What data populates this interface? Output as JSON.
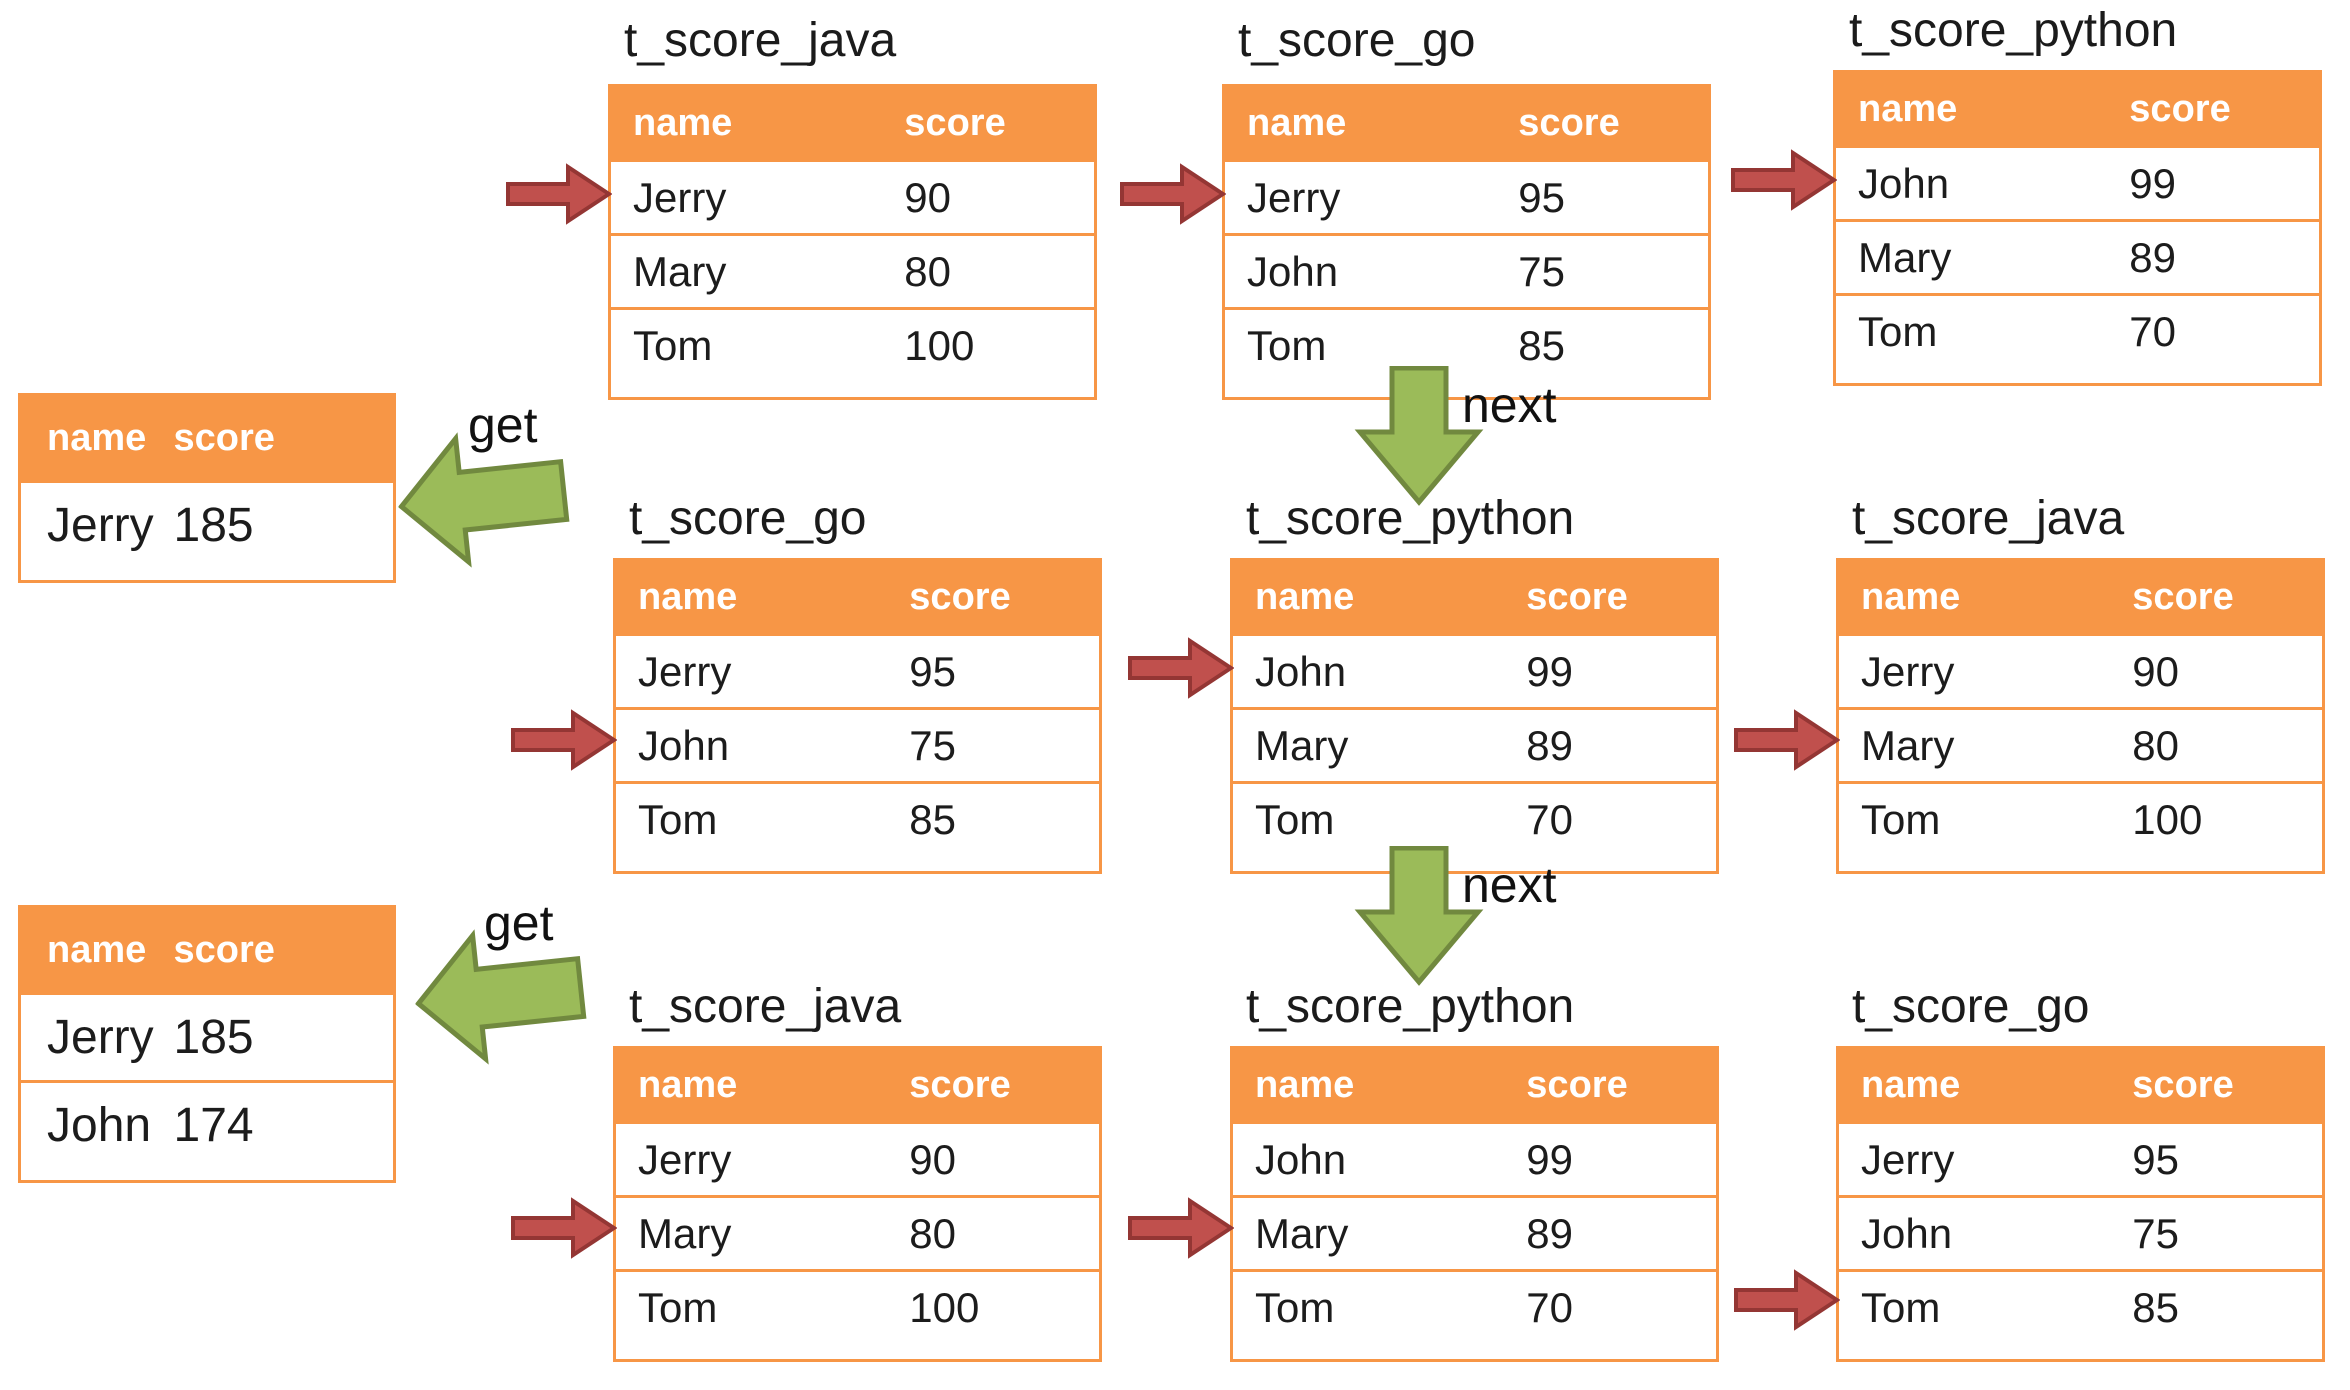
{
  "columns": {
    "name": "name",
    "score": "score"
  },
  "labels": {
    "get": "get",
    "next": "next"
  },
  "colors": {
    "table_accent_orange": "#F79646",
    "cursor_arrow_red_fill": "#C0504D",
    "cursor_arrow_red_border": "#943634",
    "flow_arrow_green_fill": "#9BBB59",
    "flow_arrow_green_border": "#71893F",
    "text_black": "#1c1c1c",
    "header_text_white": "#ffffff"
  },
  "stages": [
    {
      "tables": [
        {
          "title": "t_score_java",
          "cursor_row": 0,
          "rows": [
            [
              "Jerry",
              "90"
            ],
            [
              "Mary",
              "80"
            ],
            [
              "Tom",
              "100"
            ]
          ]
        },
        {
          "title": "t_score_go",
          "cursor_row": 0,
          "rows": [
            [
              "Jerry",
              "95"
            ],
            [
              "John",
              "75"
            ],
            [
              "Tom",
              "85"
            ]
          ]
        },
        {
          "title": "t_score_python",
          "cursor_row": 0,
          "rows": [
            [
              "John",
              "99"
            ],
            [
              "Mary",
              "89"
            ],
            [
              "Tom",
              "70"
            ]
          ]
        }
      ]
    },
    {
      "tables": [
        {
          "title": "t_score_go",
          "cursor_row": 1,
          "rows": [
            [
              "Jerry",
              "95"
            ],
            [
              "John",
              "75"
            ],
            [
              "Tom",
              "85"
            ]
          ]
        },
        {
          "title": "t_score_python",
          "cursor_row": 0,
          "rows": [
            [
              "John",
              "99"
            ],
            [
              "Mary",
              "89"
            ],
            [
              "Tom",
              "70"
            ]
          ]
        },
        {
          "title": "t_score_java",
          "cursor_row": 1,
          "rows": [
            [
              "Jerry",
              "90"
            ],
            [
              "Mary",
              "80"
            ],
            [
              "Tom",
              "100"
            ]
          ]
        }
      ]
    },
    {
      "tables": [
        {
          "title": "t_score_java",
          "cursor_row": 1,
          "rows": [
            [
              "Jerry",
              "90"
            ],
            [
              "Mary",
              "80"
            ],
            [
              "Tom",
              "100"
            ]
          ]
        },
        {
          "title": "t_score_python",
          "cursor_row": 1,
          "rows": [
            [
              "John",
              "99"
            ],
            [
              "Mary",
              "89"
            ],
            [
              "Tom",
              "70"
            ]
          ]
        },
        {
          "title": "t_score_go",
          "cursor_row": 2,
          "rows": [
            [
              "Jerry",
              "95"
            ],
            [
              "John",
              "75"
            ],
            [
              "Tom",
              "85"
            ]
          ]
        }
      ]
    }
  ],
  "results": [
    {
      "rows": [
        [
          "Jerry",
          "185"
        ]
      ]
    },
    {
      "rows": [
        [
          "Jerry",
          "185"
        ],
        [
          "John",
          "174"
        ]
      ]
    }
  ]
}
